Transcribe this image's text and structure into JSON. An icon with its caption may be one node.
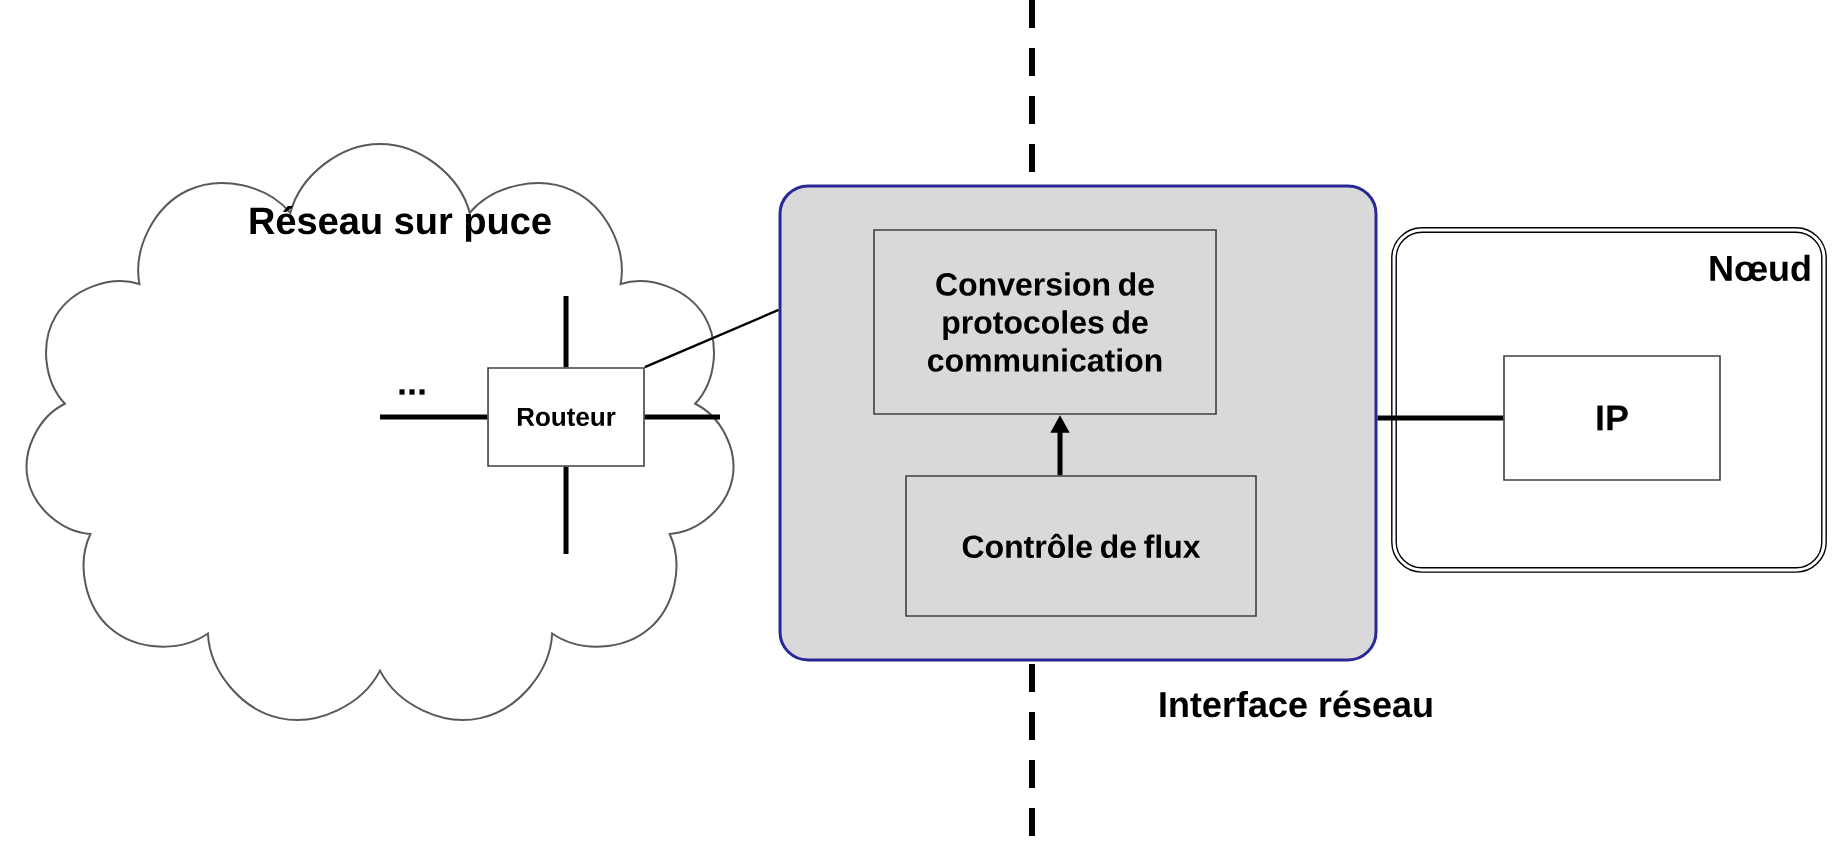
{
  "diagram": {
    "nodes": [
      {
        "text": [
          "Réseau sur puce"
        ]
      },
      {
        "text": [
          "Routeur"
        ],
        "in": 0
      },
      {
        "text": [
          "Interface réseau"
        ]
      },
      {
        "text": [
          "Conversion de protocoles de communication"
        ],
        "in": 2
      },
      {
        "text": [
          "Contrôle de flux"
        ],
        "in": 2
      },
      {
        "text": [
          "Nœud"
        ]
      },
      {
        "text": [
          "IP"
        ],
        "in": 5
      }
    ],
    "edges": [
      {
        "from": 1,
        "to": 2,
        "arrow": "none"
      },
      {
        "from": 4,
        "to": 3,
        "arrow": "to"
      },
      {
        "from": 2,
        "to": 6,
        "arrow": "none"
      },
      {
        "from": 1,
        "to": null,
        "arrow": "none"
      },
      {
        "from": 1,
        "to": null,
        "arrow": "none"
      },
      {
        "from": 1,
        "to": null,
        "arrow": "none"
      },
      {
        "from": 1,
        "to": null,
        "arrow": "none"
      }
    ],
    "labels": [
      "..."
    ]
  }
}
